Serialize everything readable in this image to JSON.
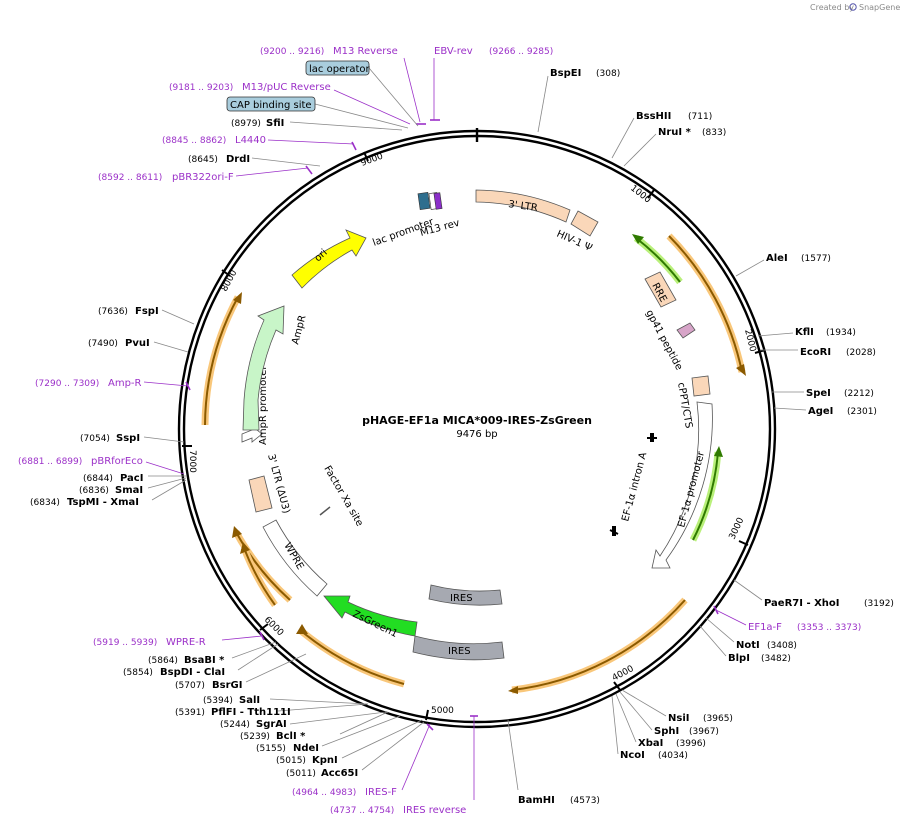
{
  "credit": {
    "text": "Created by",
    "brand": "SnapGene"
  },
  "plasmid": {
    "name": "pHAGE-EF1a MICA*009-IRES-ZsGreen",
    "length_label": "9476 bp"
  },
  "ticks": [
    "1000",
    "2000",
    "3000",
    "4000",
    "5000",
    "6000",
    "7000",
    "8000",
    "9000"
  ],
  "enzymes": [
    {
      "name": "BspEI",
      "pos": "(308)"
    },
    {
      "name": "BssHII",
      "pos": "(711)"
    },
    {
      "name": "NruI *",
      "pos": "(833)"
    },
    {
      "name": "AleI",
      "pos": "(1577)"
    },
    {
      "name": "KflI",
      "pos": "(1934)"
    },
    {
      "name": "EcoRI",
      "pos": "(2028)"
    },
    {
      "name": "SpeI",
      "pos": "(2212)"
    },
    {
      "name": "AgeI",
      "pos": "(2301)"
    },
    {
      "name": "PaeR7I  - XhoI",
      "pos": "(3192)"
    },
    {
      "name": "NotI",
      "pos": "(3408)"
    },
    {
      "name": "BlpI",
      "pos": "(3482)"
    },
    {
      "name": "NsiI",
      "pos": "(3965)"
    },
    {
      "name": "SphI",
      "pos": "(3967)"
    },
    {
      "name": "XbaI",
      "pos": "(3996)"
    },
    {
      "name": "NcoI",
      "pos": "(4034)"
    },
    {
      "name": "BamHI",
      "pos": "(4573)"
    },
    {
      "name": "Acc65I",
      "pos": "(5011)"
    },
    {
      "name": "KpnI",
      "pos": "(5015)"
    },
    {
      "name": "NdeI",
      "pos": "(5155)"
    },
    {
      "name": "BclI *",
      "pos": "(5239)"
    },
    {
      "name": "SgrAI",
      "pos": "(5244)"
    },
    {
      "name": "PflFI  - Tth111I",
      "pos": "(5391)"
    },
    {
      "name": "SalI",
      "pos": "(5394)"
    },
    {
      "name": "BsrGI",
      "pos": "(5707)"
    },
    {
      "name": "BspDI  - ClaI",
      "pos": "(5854)"
    },
    {
      "name": "BsaBI *",
      "pos": "(5864)"
    },
    {
      "name": "TspMI  - XmaI",
      "pos": "(6834)"
    },
    {
      "name": "SmaI",
      "pos": "(6836)"
    },
    {
      "name": "PacI",
      "pos": "(6844)"
    },
    {
      "name": "SspI",
      "pos": "(7054)"
    },
    {
      "name": "PvuI",
      "pos": "(7490)"
    },
    {
      "name": "FspI",
      "pos": "(7636)"
    },
    {
      "name": "DrdI",
      "pos": "(8645)"
    },
    {
      "name": "SfiI",
      "pos": "(8979)"
    }
  ],
  "primers": [
    {
      "name": "M13 Reverse",
      "range": "(9200 .. 9216)"
    },
    {
      "name": "EBV-rev",
      "range": "(9266 .. 9285)"
    },
    {
      "name": "M13/pUC Reverse",
      "range": "(9181 .. 9203)"
    },
    {
      "name": "L4440",
      "range": "(8845 .. 8862)"
    },
    {
      "name": "pBR322ori-F",
      "range": "(8592 .. 8611)"
    },
    {
      "name": "Amp-R",
      "range": "(7290 .. 7309)"
    },
    {
      "name": "pBRforEco",
      "range": "(6881 .. 6899)"
    },
    {
      "name": "WPRE-R",
      "range": "(5919 .. 5939)"
    },
    {
      "name": "IRES-F",
      "range": "(4964 .. 4983)"
    },
    {
      "name": "IRES reverse",
      "range": "(4737 .. 4754)"
    },
    {
      "name": "EF1a-F",
      "range": "(3353 .. 3373)"
    }
  ],
  "boxes": [
    {
      "name": "lac operator",
      "color": "#a9cddd"
    },
    {
      "name": "CAP binding site",
      "color": "#a9cddd"
    }
  ],
  "features": [
    {
      "name": "3' LTR",
      "color": "#fad7b9"
    },
    {
      "name": "HIV-1 Ψ",
      "color": "#fad7b9"
    },
    {
      "name": "RRE",
      "color": "#fad7b9"
    },
    {
      "name": "gp41 peptide",
      "color": "#d7a4c8"
    },
    {
      "name": "cPPT/CTS",
      "color": "#fad7b9"
    },
    {
      "name": "EF-1α promoter",
      "color": "#ffffff"
    },
    {
      "name": "EF-1α intron A",
      "color": "#ffffff"
    },
    {
      "name": "IRES",
      "color": "#a6a9b1"
    },
    {
      "name": "IRES",
      "color": "#a6a9b1"
    },
    {
      "name": "ZsGreen1",
      "color": "#22dd22"
    },
    {
      "name": "WPRE",
      "color": "#ffffff"
    },
    {
      "name": "Factor Xa site",
      "color": "#ffffff"
    },
    {
      "name": "3' LTR (ΔU3)",
      "color": "#fad7b9"
    },
    {
      "name": "AmpR promoter",
      "color": "#ffffff"
    },
    {
      "name": "AmpR",
      "color": "#c8f5c8"
    },
    {
      "name": "ori",
      "color": "#ffff00"
    },
    {
      "name": "lac promoter",
      "color": "#ffffff"
    },
    {
      "name": "M13 rev",
      "color": "#ffffff"
    }
  ],
  "colors": {
    "primer": "#9b30c8",
    "orf": "#8b5a00",
    "orf_glow": "#f9c77a",
    "green_glow": "#b9f07a",
    "ring": "#000000"
  }
}
